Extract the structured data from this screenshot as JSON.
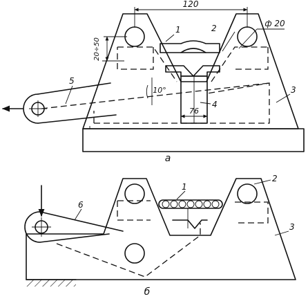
{
  "figure_a": {
    "dim_width": "120",
    "dim_diameter": "ф 20",
    "dim_height": "20÷50",
    "dim_angle": "10°",
    "dim_slot": "76",
    "callouts": [
      "1",
      "2",
      "3",
      "4",
      "5"
    ],
    "caption": "а"
  },
  "figure_b": {
    "callouts": [
      "1",
      "2",
      "3",
      "6"
    ],
    "caption": "б"
  }
}
